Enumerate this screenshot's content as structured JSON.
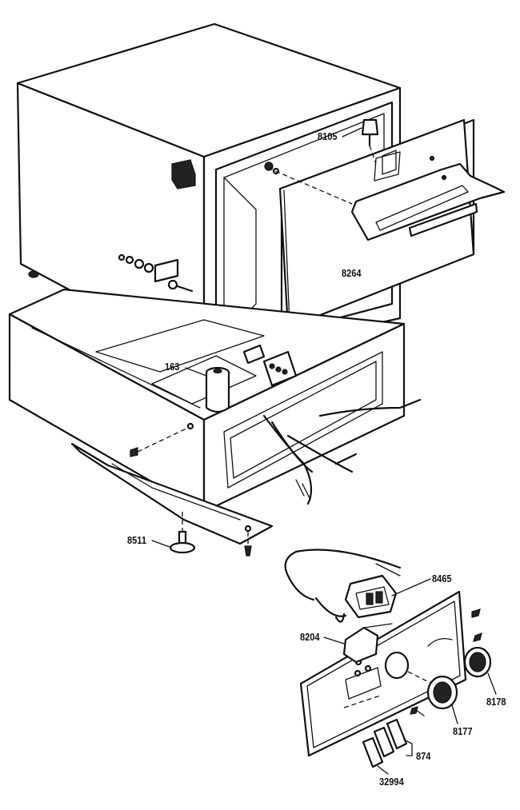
{
  "parts": [
    {
      "id": "p8105",
      "number": "8105"
    },
    {
      "id": "p8264",
      "number": "8264"
    },
    {
      "id": "p163",
      "number": "163"
    },
    {
      "id": "p8511",
      "number": "8511"
    },
    {
      "id": "p8465",
      "number": "8465"
    },
    {
      "id": "p8204",
      "number": "8204"
    },
    {
      "id": "p8178",
      "number": "8178"
    },
    {
      "id": "p8177",
      "number": "8177"
    },
    {
      "id": "p874",
      "number": "874"
    },
    {
      "id": "p32994",
      "number": "32994"
    }
  ]
}
